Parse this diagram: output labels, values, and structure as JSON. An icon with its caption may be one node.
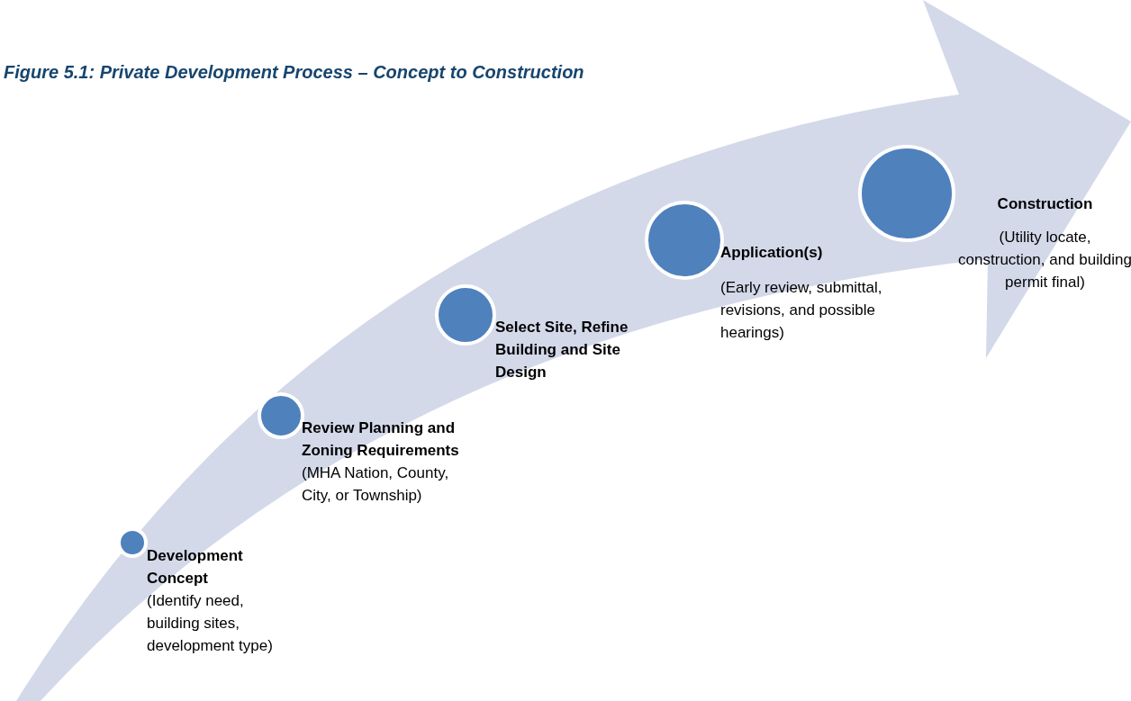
{
  "diagram": {
    "title": "Figure 5.1: Private Development Process – Concept to Construction",
    "nodes": [
      {
        "text": [
          "Development Concept",
          "(Identify need, building sites, development type)"
        ]
      },
      {
        "text": [
          "Review Planning and Zoning Requirements",
          "(MHA Nation, County, City, or Township)"
        ]
      },
      {
        "text": [
          "Select Site, Refine Building and Site Design"
        ]
      },
      {
        "text": [
          "Application(s)",
          "(Early review, submittal, revisions, and possible hearings)"
        ]
      },
      {
        "text": [
          "Construction",
          "(Utility locate, construction, and building permit final)"
        ]
      }
    ]
  }
}
